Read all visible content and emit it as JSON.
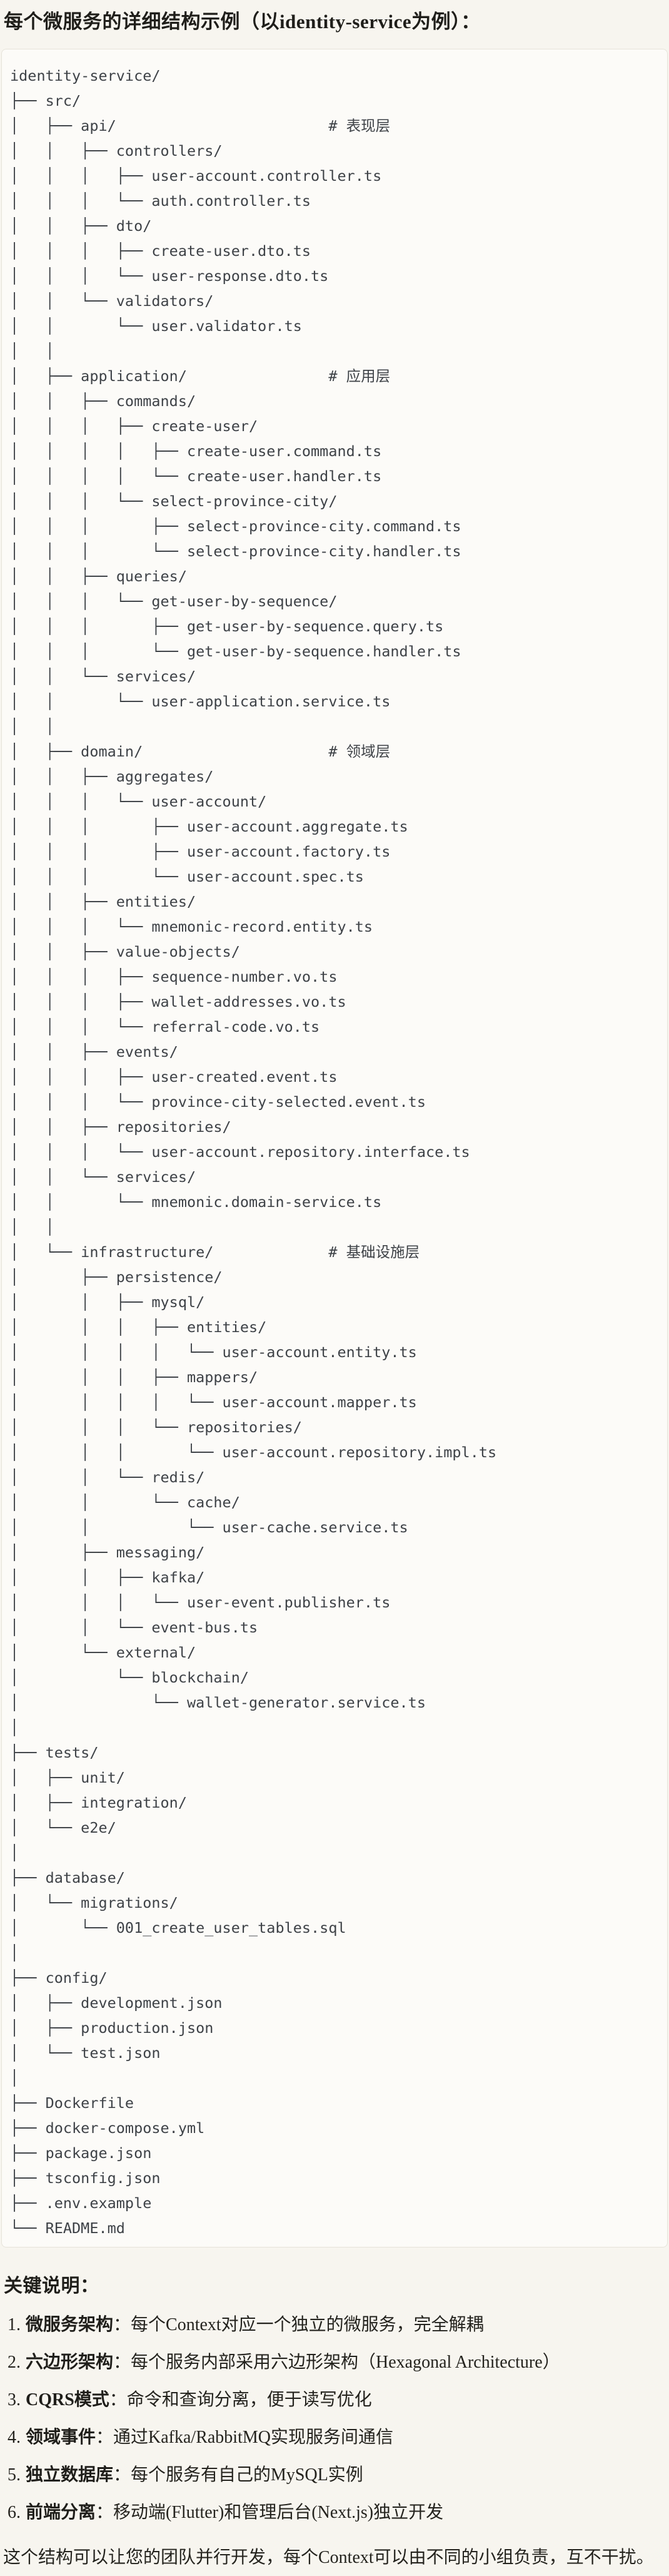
{
  "header": {
    "title": "每个微服务的详细结构示例（以identity-service为例）："
  },
  "tree": {
    "lines": [
      "identity-service/",
      "├── src/",
      "│   ├── api/                        # 表现层",
      "│   │   ├── controllers/",
      "│   │   │   ├── user-account.controller.ts",
      "│   │   │   └── auth.controller.ts",
      "│   │   ├── dto/",
      "│   │   │   ├── create-user.dto.ts",
      "│   │   │   └── user-response.dto.ts",
      "│   │   └── validators/",
      "│   │       └── user.validator.ts",
      "│   │",
      "│   ├── application/                # 应用层",
      "│   │   ├── commands/",
      "│   │   │   ├── create-user/",
      "│   │   │   │   ├── create-user.command.ts",
      "│   │   │   │   └── create-user.handler.ts",
      "│   │   │   └── select-province-city/",
      "│   │   │       ├── select-province-city.command.ts",
      "│   │   │       └── select-province-city.handler.ts",
      "│   │   ├── queries/",
      "│   │   │   └── get-user-by-sequence/",
      "│   │   │       ├── get-user-by-sequence.query.ts",
      "│   │   │       └── get-user-by-sequence.handler.ts",
      "│   │   └── services/",
      "│   │       └── user-application.service.ts",
      "│   │",
      "│   ├── domain/                     # 领域层",
      "│   │   ├── aggregates/",
      "│   │   │   └── user-account/",
      "│   │   │       ├── user-account.aggregate.ts",
      "│   │   │       ├── user-account.factory.ts",
      "│   │   │       └── user-account.spec.ts",
      "│   │   ├── entities/",
      "│   │   │   └── mnemonic-record.entity.ts",
      "│   │   ├── value-objects/",
      "│   │   │   ├── sequence-number.vo.ts",
      "│   │   │   ├── wallet-addresses.vo.ts",
      "│   │   │   └── referral-code.vo.ts",
      "│   │   ├── events/",
      "│   │   │   ├── user-created.event.ts",
      "│   │   │   └── province-city-selected.event.ts",
      "│   │   ├── repositories/",
      "│   │   │   └── user-account.repository.interface.ts",
      "│   │   └── services/",
      "│   │       └── mnemonic.domain-service.ts",
      "│   │",
      "│   └── infrastructure/             # 基础设施层",
      "│       ├── persistence/",
      "│       │   ├── mysql/",
      "│       │   │   ├── entities/",
      "│       │   │   │   └── user-account.entity.ts",
      "│       │   │   ├── mappers/",
      "│       │   │   │   └── user-account.mapper.ts",
      "│       │   │   └── repositories/",
      "│       │   │       └── user-account.repository.impl.ts",
      "│       │   └── redis/",
      "│       │       └── cache/",
      "│       │           └── user-cache.service.ts",
      "│       ├── messaging/",
      "│       │   ├── kafka/",
      "│       │   │   └── user-event.publisher.ts",
      "│       │   └── event-bus.ts",
      "│       └── external/",
      "│           └── blockchain/",
      "│               └── wallet-generator.service.ts",
      "│",
      "├── tests/",
      "│   ├── unit/",
      "│   ├── integration/",
      "│   └── e2e/",
      "│",
      "├── database/",
      "│   └── migrations/",
      "│       └── 001_create_user_tables.sql",
      "│",
      "├── config/",
      "│   ├── development.json",
      "│   ├── production.json",
      "│   └── test.json",
      "│",
      "├── Dockerfile",
      "├── docker-compose.yml",
      "├── package.json",
      "├── tsconfig.json",
      "├── .env.example",
      "└── README.md"
    ]
  },
  "notes": {
    "heading": "关键说明：",
    "items": [
      {
        "num": "1.",
        "label": "微服务架构",
        "text": "：每个Context对应一个独立的微服务，完全解耦"
      },
      {
        "num": "2.",
        "label": "六边形架构",
        "text": "：每个服务内部采用六边形架构（Hexagonal Architecture）"
      },
      {
        "num": "3.",
        "label": "CQRS模式",
        "text": "：命令和查询分离，便于读写优化"
      },
      {
        "num": "4.",
        "label": "领域事件",
        "text": "：通过Kafka/RabbitMQ实现服务间通信"
      },
      {
        "num": "5.",
        "label": "独立数据库",
        "text": "：每个服务有自己的MySQL实例"
      },
      {
        "num": "6.",
        "label": "前端分离",
        "text": "：移动端(Flutter)和管理后台(Next.js)独立开发"
      }
    ]
  },
  "footer": {
    "text": "这个结构可以让您的团队并行开发，每个Context可以由不同的小组负责，互不干扰。"
  },
  "colors": {
    "page_bg": "#f7f5ef",
    "code_bg": "#fcfbf8",
    "code_border": "#e6e3da",
    "code_text": "#3e4247",
    "heading_text": "#1f1e1a",
    "body_text": "#24231e"
  }
}
